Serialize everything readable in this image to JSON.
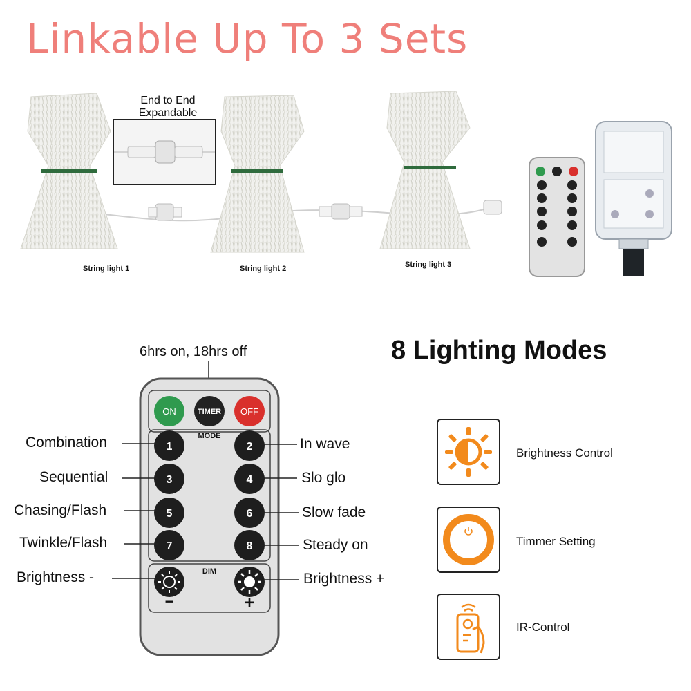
{
  "headline": "Linkable Up To 3 Sets",
  "expand_label_line1": "End to End",
  "expand_label_line2": "Expandable",
  "string_lights": [
    "String light 1",
    "String light 2",
    "String light 3"
  ],
  "modes_title": "8 Lighting Modes",
  "timer_note": "6hrs on, 18hrs off",
  "remote": {
    "on": "ON",
    "timer": "TIMER",
    "off": "OFF",
    "mode": "MODE",
    "dim": "DIM",
    "minus": "−",
    "plus": "+",
    "buttons": [
      "1",
      "2",
      "3",
      "4",
      "5",
      "6",
      "7",
      "8"
    ]
  },
  "mode_labels_left": [
    "Combination",
    "Sequential",
    "Chasing/Flash",
    "Twinkle/Flash",
    "Brightness -"
  ],
  "mode_labels_right": [
    "In wave",
    "Slo glo",
    "Slow fade",
    "Steady on",
    "Brightness +"
  ],
  "features": [
    {
      "icon": "brightness-icon",
      "label": "Brightness Control"
    },
    {
      "icon": "timer-icon",
      "label": "Timmer Setting"
    },
    {
      "icon": "ir-remote-icon",
      "label": "IR-Control"
    }
  ],
  "colors": {
    "headline": "#ef7f7a",
    "on_button": "#2f9a4e",
    "off_button": "#d9302c",
    "icon_orange": "#f28a1c"
  }
}
